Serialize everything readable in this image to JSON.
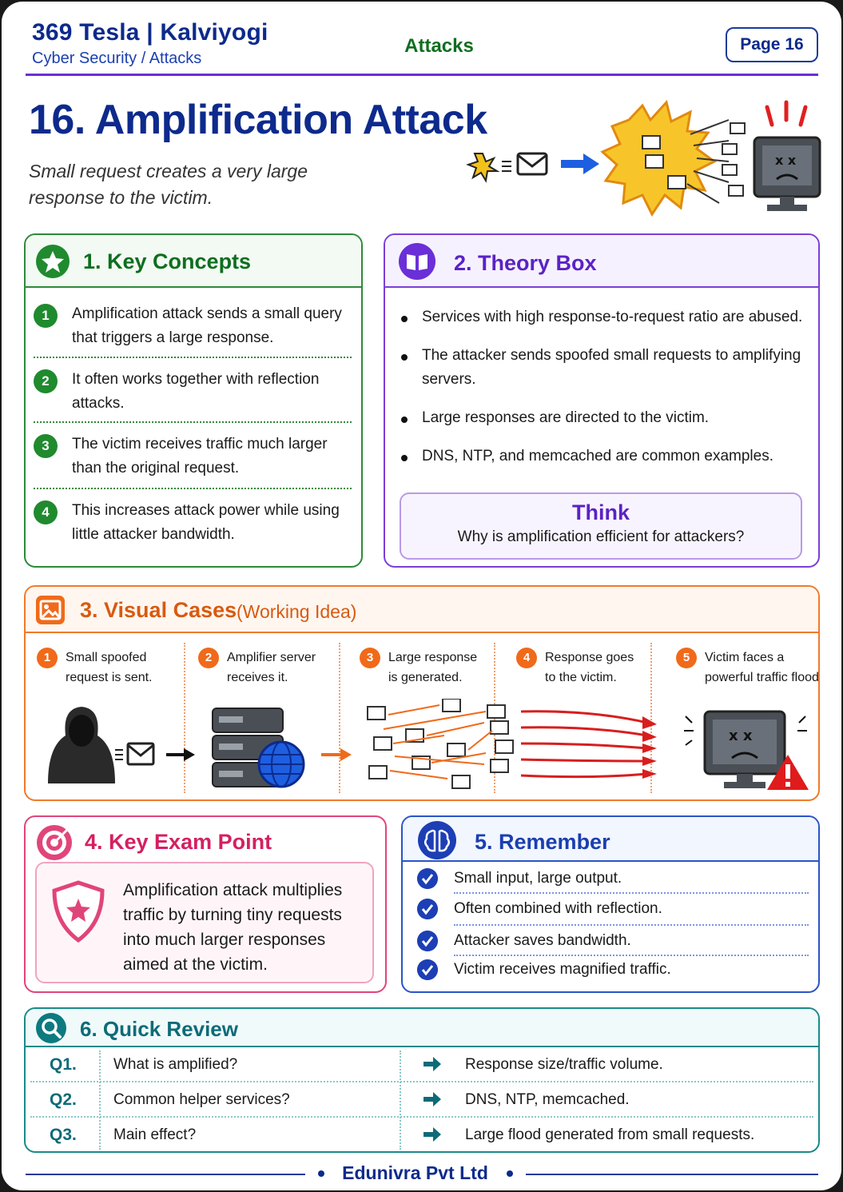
{
  "header": {
    "brand": "369 Tesla | Kalviyogi",
    "breadcrumb": "Cyber Security / Attacks",
    "section": "Attacks",
    "page_label": "Page 16"
  },
  "title": "16. Amplification Attack",
  "subtitle": "Small request creates a very large response to the victim.",
  "key_concepts": {
    "heading": "1. Key Concepts",
    "items": [
      {
        "num": "1",
        "text": "Amplification attack sends a small query that triggers a large response."
      },
      {
        "num": "2",
        "text": "It often works together with reflection attacks."
      },
      {
        "num": "3",
        "text": "The victim receives traffic much larger than the original request."
      },
      {
        "num": "4",
        "text": "This increases attack power while using little attacker bandwidth."
      }
    ]
  },
  "theory_box": {
    "heading": "2. Theory Box",
    "items": [
      "Services with high response-to-request ratio are abused.",
      "The attacker sends spoofed small requests to amplifying servers.",
      "Large responses are directed to the victim.",
      "DNS, NTP, and memcached are common examples."
    ],
    "think_heading": "Think",
    "think_question": "Why is amplification efficient for attackers?"
  },
  "visual_cases": {
    "heading": "3. Visual Cases",
    "note": "(Working Idea)",
    "steps": [
      {
        "num": "1",
        "line1": "Small spoofed",
        "line2": "request is sent."
      },
      {
        "num": "2",
        "line1": "Amplifier server",
        "line2": "receives it."
      },
      {
        "num": "3",
        "line1": "Large response",
        "line2": "is generated."
      },
      {
        "num": "4",
        "line1": "Response goes",
        "line2": "to the victim."
      },
      {
        "num": "5",
        "line1": "Victim faces a",
        "line2": "powerful traffic flood."
      }
    ]
  },
  "key_exam": {
    "heading": "4. Key Exam Point",
    "text": "Amplification attack multiplies traffic by turning tiny requests into much larger responses aimed at the victim."
  },
  "remember": {
    "heading": "5. Remember",
    "items": [
      "Small input, large output.",
      "Often combined with reflection.",
      "Attacker saves bandwidth.",
      "Victim receives magnified traffic."
    ]
  },
  "quick_review": {
    "heading": "6. Quick Review",
    "rows": [
      {
        "q": "Q1.",
        "question": "What is amplified?",
        "answer": "Response size/traffic volume."
      },
      {
        "q": "Q2.",
        "question": "Common helper services?",
        "answer": "DNS, NTP, memcached."
      },
      {
        "q": "Q3.",
        "question": "Main effect?",
        "answer": "Large flood generated from small requests."
      }
    ]
  },
  "footer": "Edunivra Pvt Ltd",
  "colors": {
    "navy": "#0d2a8c",
    "green": "#2d8a3a",
    "purple": "#7a3fd6",
    "orange": "#f07a2a",
    "pink": "#e0457a",
    "blue": "#2a55c8",
    "teal": "#1a8a8a"
  }
}
